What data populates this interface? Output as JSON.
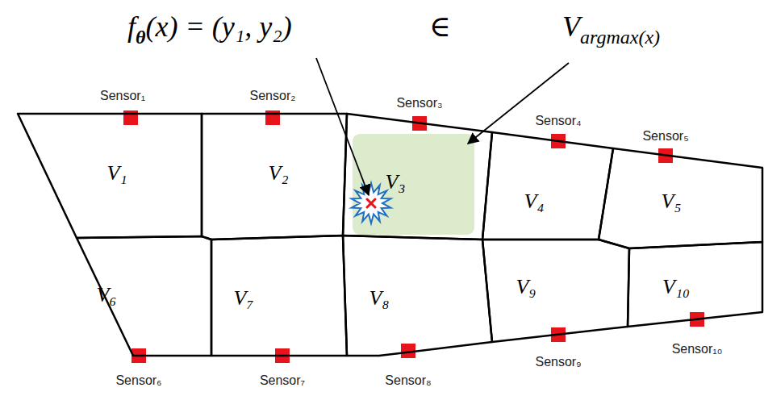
{
  "diagram": {
    "nodes": [
      {
        "text": [
          "V₁"
        ]
      },
      {
        "text": [
          "V₂"
        ]
      },
      {
        "text": [
          "V₃"
        ]
      },
      {
        "text": [
          "V₄"
        ]
      },
      {
        "text": [
          "V₅"
        ]
      },
      {
        "text": [
          "V₆"
        ]
      },
      {
        "text": [
          "V₇"
        ]
      },
      {
        "text": [
          "V₈"
        ]
      },
      {
        "text": [
          "V₉"
        ]
      },
      {
        "text": [
          "V₁₀"
        ]
      }
    ],
    "labels": [
      "f",
      "θ",
      "(x) = (y₁, y₂)",
      "∈",
      "V",
      "argmax(x)",
      "Sensor₁",
      "Sensor₂",
      "Sensor₃",
      "Sensor₄",
      "Sensor₅",
      "Sensor₆",
      "Sensor₇",
      "Sensor₈",
      "Sensor₉",
      "Sensor₁₀"
    ]
  }
}
